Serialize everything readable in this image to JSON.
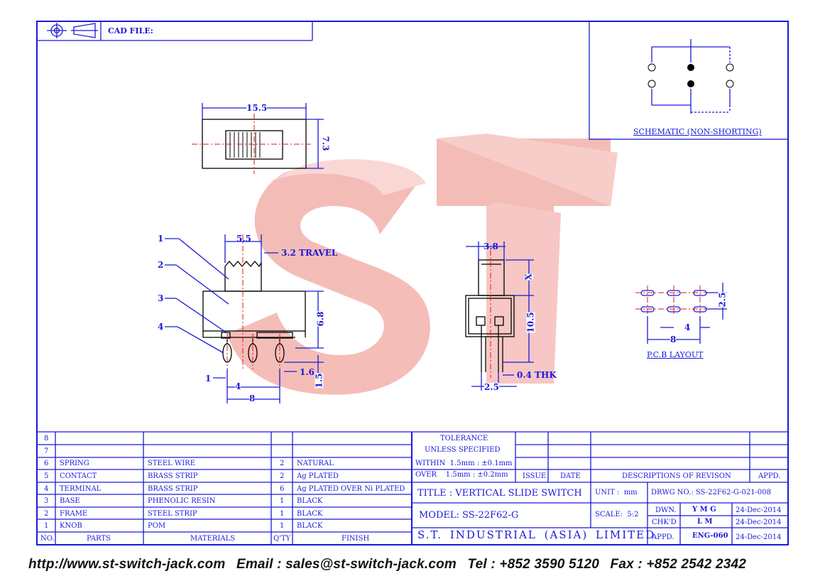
{
  "header": {
    "cad_file_label": "CAD FILE:"
  },
  "dims": {
    "d155": "15.5",
    "d73": "7.3",
    "d55": "5.5",
    "travel": "3.2 TRAVEL",
    "d68": "6.8",
    "d1": "1",
    "d4": "4",
    "d8": "8",
    "d16": "1.6",
    "d15": "1.5",
    "d38": "3.8",
    "dx": "X",
    "d105": "10.5",
    "d25": "2.5",
    "thk": "0.4 THK",
    "p25": "2.5",
    "p4": "4",
    "p8": "8"
  },
  "callouts": [
    "1",
    "2",
    "3",
    "4"
  ],
  "schematic_label": "SCHEMATIC (NON-SHORTING)",
  "pcb_label": "P.C.B LAYOUT",
  "parts_table": {
    "rows": [
      {
        "no": "8",
        "part": "",
        "material": "",
        "qty": "",
        "finish": ""
      },
      {
        "no": "7",
        "part": "",
        "material": "",
        "qty": "",
        "finish": ""
      },
      {
        "no": "6",
        "part": "SPRING",
        "material": "STEEL WIRE",
        "qty": "2",
        "finish": "NATURAL"
      },
      {
        "no": "5",
        "part": "CONTACT",
        "material": "BRASS STRIP",
        "qty": "2",
        "finish": "Ag PLATED"
      },
      {
        "no": "4",
        "part": "TERMINAL",
        "material": "BRASS STRIP",
        "qty": "6",
        "finish": "Ag PLATED OVER Ni PLATED"
      },
      {
        "no": "3",
        "part": "BASE",
        "material": "PHENOLIC RESIN",
        "qty": "1",
        "finish": "BLACK"
      },
      {
        "no": "2",
        "part": "FRAME",
        "material": "STEEL STRIP",
        "qty": "1",
        "finish": "BLACK"
      },
      {
        "no": "1",
        "part": "KNOB",
        "material": "POM",
        "qty": "1",
        "finish": "BLACK"
      }
    ],
    "headers": {
      "no": "NO.",
      "part": "PARTS",
      "material": "MATERIALS",
      "qty": "Q'TY",
      "finish": "FINISH"
    }
  },
  "title_block": {
    "tolerance_1": "TOLERANCE",
    "tolerance_2": "UNLESS  SPECIFIED",
    "within": "WITHIN  1.5mm : ±0.1mm",
    "over": "OVER    1.5mm : ±0.2mm",
    "issue": "ISSUE",
    "date": "DATE",
    "desc": "DESCRIPTIONS OF REVISON",
    "appd": "APPD.",
    "title": "TITLE : VERTICAL SLIDE SWITCH",
    "unit": "UNIT :  mm",
    "drwg": "DRWG NO.: SS-22F62-G-021-008",
    "model": "MODEL: SS-22F62-G",
    "scale": "SCALE:  5:2",
    "dwn": "DWN.",
    "dwn_val": "Y M G",
    "dwn_date": "24-Dec-2014",
    "chkd": "CHK'D",
    "chkd_val": "L M",
    "chkd_date": "24-Dec-2014",
    "company": "S.T. INDUSTRIAL (ASIA) LIMITED",
    "appd2": "APPD.",
    "appd_val": "ENG-060",
    "appd_date": "24-Dec-2014"
  },
  "watermark": "ST",
  "footer": {
    "web": "http://www.st-switch-jack.com",
    "email": "Email : sales@st-switch-jack.com",
    "tel": "Tel : +852 3590 5120",
    "fax": "Fax : +852 2542 2342"
  },
  "colors": {
    "line": "#1a1adb",
    "watermark": "#f4b8b4",
    "red_center": "#e01818"
  }
}
